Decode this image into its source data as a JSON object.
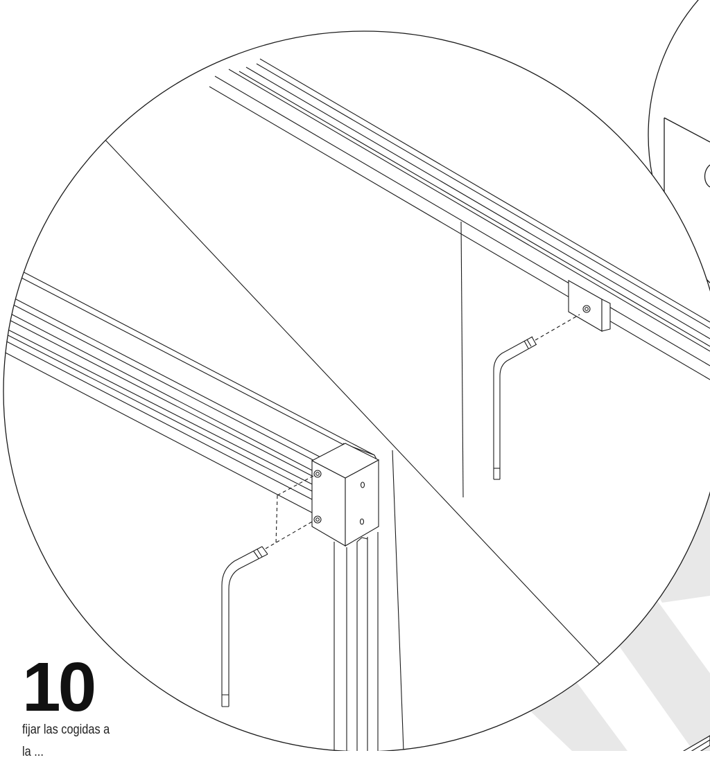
{
  "step": {
    "number": "10",
    "caption_line1": "fijar las cogidas a",
    "caption_line2": "la ..."
  },
  "illustration": {
    "parts": [
      "left-detail-circle",
      "right-detail-circle",
      "top-rail",
      "end-bracket",
      "small-bracket",
      "l-hex-key",
      "vertical-frame"
    ],
    "stroke_color": "#1a1a1a",
    "watermark_color": "#e8e8e8"
  }
}
